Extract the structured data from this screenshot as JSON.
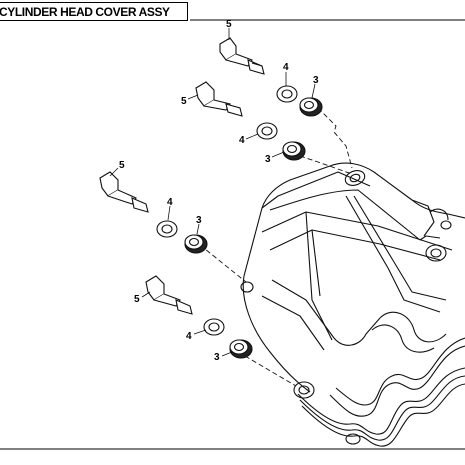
{
  "title": "CYLINDER HEAD COVER ASSY",
  "callouts": {
    "bolt": "5",
    "washer": "4",
    "grommet": "3"
  }
}
